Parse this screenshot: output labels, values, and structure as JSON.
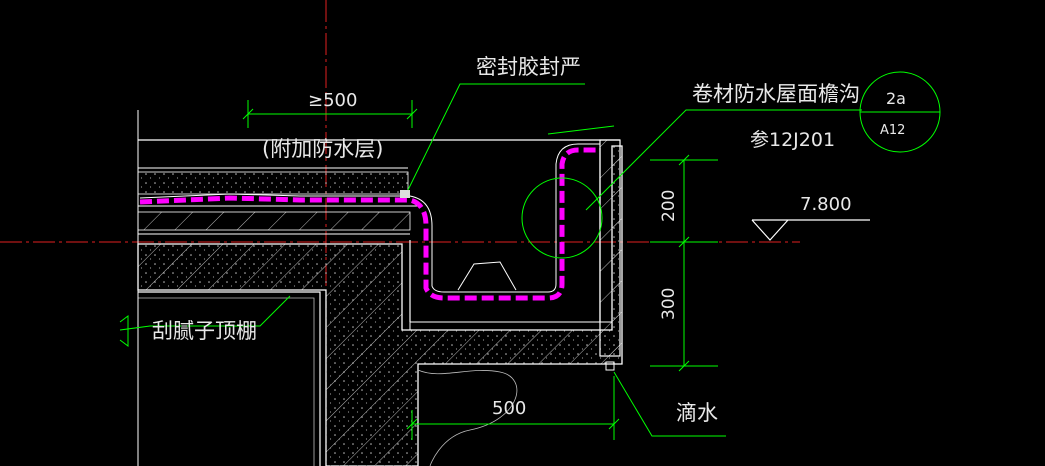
{
  "labels": {
    "sealant": "密封胶封严",
    "additional_layer": "(附加防水层)",
    "gutter_title": "卷材防水屋面檐沟",
    "gutter_ref": "参12J201",
    "ceiling": "刮腻子顶棚",
    "drip": "滴水"
  },
  "dimensions": {
    "min_width": "≥500",
    "height_upper": "200",
    "height_lower": "300",
    "bottom_width": "500"
  },
  "elevation": {
    "value": "7.800"
  },
  "detail_ref": {
    "number": "2a",
    "sheet": "A12"
  },
  "colors": {
    "background": "#000000",
    "leader": "#00ff00",
    "member": "#ffffff",
    "membrane": "#ff00ff",
    "axis": "#ff0000",
    "text": "#e8e8e8"
  }
}
